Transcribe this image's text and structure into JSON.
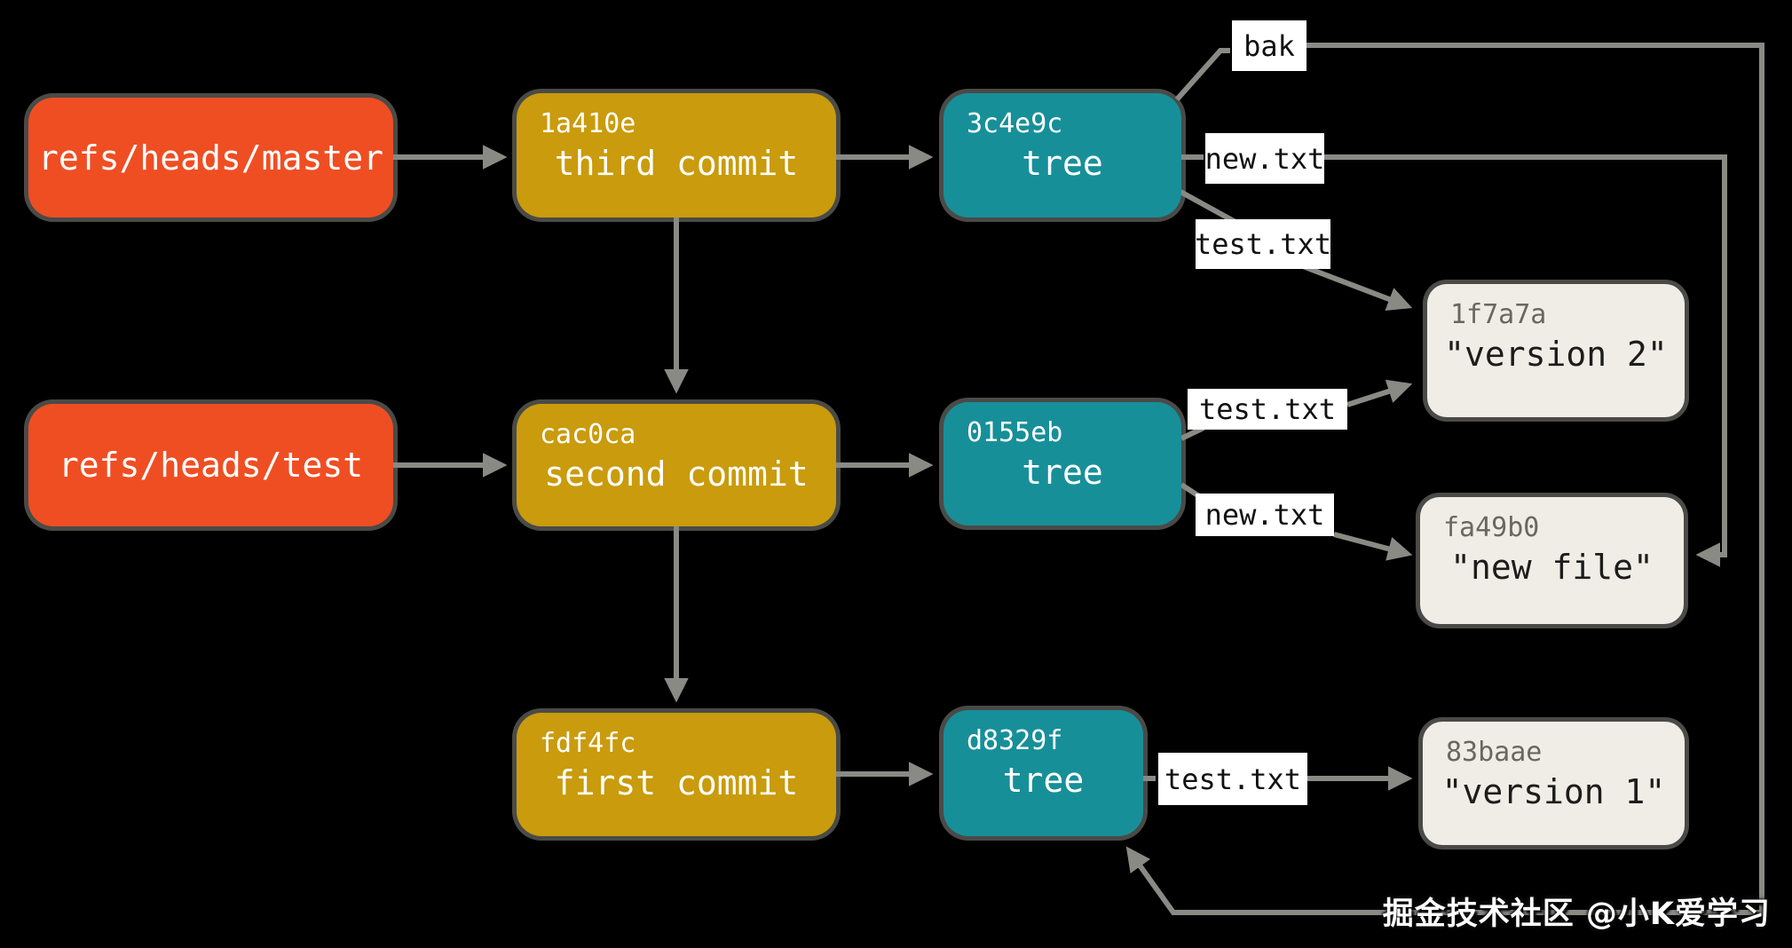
{
  "nodes": {
    "ref_master": {
      "label": "refs/heads/master"
    },
    "ref_test": {
      "label": "refs/heads/test"
    },
    "commit_third": {
      "hash": "1a410e",
      "label": "third commit"
    },
    "commit_second": {
      "hash": "cac0ca",
      "label": "second commit"
    },
    "commit_first": {
      "hash": "fdf4fc",
      "label": "first commit"
    },
    "tree_third": {
      "hash": "3c4e9c",
      "label": "tree"
    },
    "tree_second": {
      "hash": "0155eb",
      "label": "tree"
    },
    "tree_first": {
      "hash": "d8329f",
      "label": "tree"
    },
    "blob_version2": {
      "hash": "1f7a7a",
      "label": "\"version 2\""
    },
    "blob_newfile": {
      "hash": "fa49b0",
      "label": "\"new file\""
    },
    "blob_version1": {
      "hash": "83baae",
      "label": "\"version 1\""
    }
  },
  "file_labels": {
    "bak": "bak",
    "new_top": "new.txt",
    "test_top": "test.txt",
    "test_mid": "test.txt",
    "new_mid": "new.txt",
    "test_bottom": "test.txt"
  },
  "colors": {
    "background": "#000000",
    "ref_box": "#ef4e23",
    "commit_box": "#c99b0d",
    "tree_box": "#178f99",
    "blob_box": "#efede6",
    "file_label_bg": "#ffffff",
    "connector": "#8a8a85"
  },
  "relationships": [
    {
      "from": "refs/heads/master",
      "to": "1a410e"
    },
    {
      "from": "refs/heads/test",
      "to": "cac0ca"
    },
    {
      "from": "1a410e",
      "to": "cac0ca"
    },
    {
      "from": "cac0ca",
      "to": "fdf4fc"
    },
    {
      "from": "1a410e",
      "to": "3c4e9c"
    },
    {
      "from": "cac0ca",
      "to": "0155eb"
    },
    {
      "from": "fdf4fc",
      "to": "d8329f"
    },
    {
      "from": "3c4e9c",
      "via": "bak",
      "to": "d8329f"
    },
    {
      "from": "3c4e9c",
      "via": "new.txt",
      "to": "fa49b0"
    },
    {
      "from": "3c4e9c",
      "via": "test.txt",
      "to": "1f7a7a"
    },
    {
      "from": "0155eb",
      "via": "test.txt",
      "to": "1f7a7a"
    },
    {
      "from": "0155eb",
      "via": "new.txt",
      "to": "fa49b0"
    },
    {
      "from": "d8329f",
      "via": "test.txt",
      "to": "83baae"
    }
  ],
  "watermark": "掘金技术社区 @小K爱学习"
}
